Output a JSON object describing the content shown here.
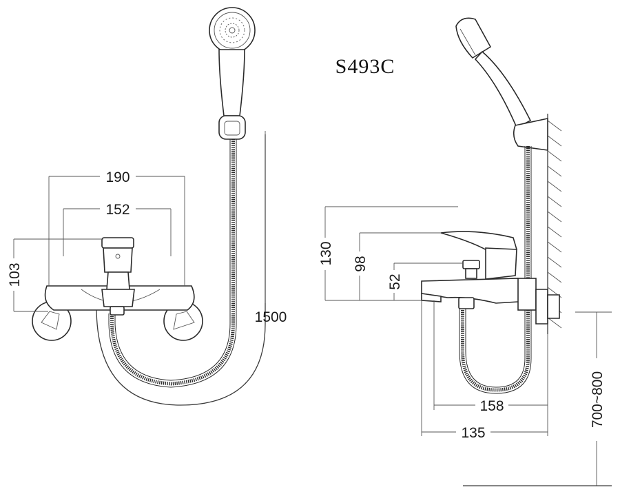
{
  "diagram": {
    "model": "S493C",
    "front_view": {
      "dim_overall_width": "190",
      "dim_center_distance": "152",
      "dim_body_height": "103",
      "dim_hose_length": "1500"
    },
    "side_view": {
      "dim_lever_top_height": "130",
      "dim_body_top_height": "98",
      "dim_diverter_height": "52",
      "dim_wall_to_outlet": "158",
      "dim_wall_to_spout": "135",
      "dim_install_height": "700~800"
    }
  }
}
